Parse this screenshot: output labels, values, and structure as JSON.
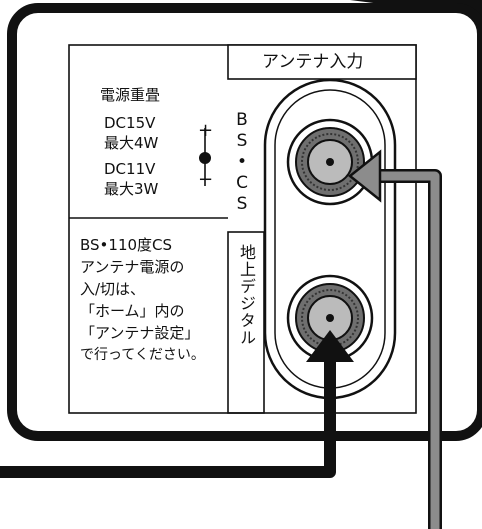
{
  "header_label": "アンテナ入力",
  "power_spec": {
    "title": "電源重畳",
    "line1": "DC15V",
    "line2": "最大4W",
    "line3": "DC11V",
    "line4": "最大3W"
  },
  "note_lines": [
    "BS•110度CS",
    "アンテナ電源の",
    "入/切は、",
    "「ホーム」内の",
    "「アンテナ設定」",
    "で行ってください。"
  ],
  "port_labels": {
    "bs_cs": "BS•CS",
    "terrestrial": "地上デジタル"
  },
  "polarity": {
    "plus": "+",
    "minus": "−"
  },
  "colors": {
    "panel_outline": "#111111",
    "cable_black": "#111111",
    "cable_gray": "#8c8c8c",
    "port_bg": "#6f6f6f"
  }
}
